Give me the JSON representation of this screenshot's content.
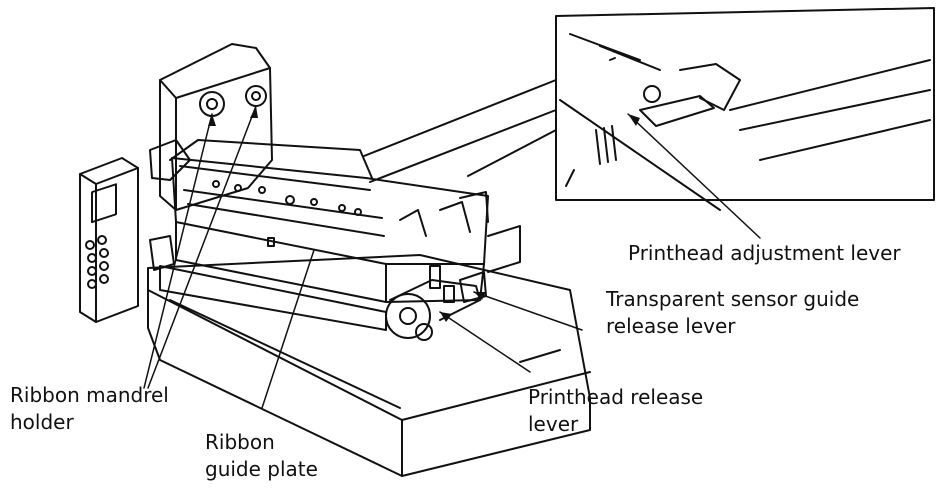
{
  "diagram": {
    "line_color": "#111111",
    "background": "#ffffff",
    "labels": {
      "printhead_adjustment_lever": {
        "text": "Printhead adjustment lever"
      },
      "transparent_sensor_guide_release_lever": {
        "line1": "Transparent sensor guide",
        "line2": "release lever"
      },
      "printhead_release_lever": {
        "line1": "Printhead release",
        "line2": "lever"
      },
      "ribbon_mandrel_holder": {
        "line1": "Ribbon mandrel",
        "line2": "holder"
      },
      "ribbon_guide_plate": {
        "line1": "Ribbon",
        "line2": "guide plate"
      }
    }
  }
}
